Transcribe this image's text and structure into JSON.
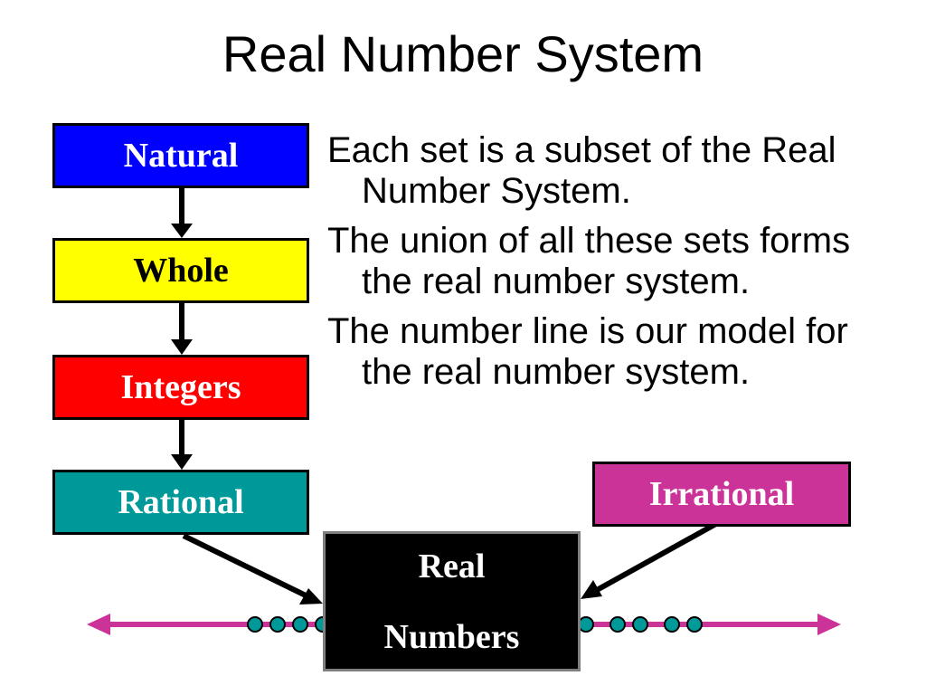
{
  "title": "Real Number System",
  "sets": {
    "natural": "Natural",
    "whole": "Whole",
    "integers": "Integers",
    "rational": "Rational",
    "irrational": "Irrational"
  },
  "real_box": {
    "line1": "Real",
    "line2": "Numbers"
  },
  "bullets": [
    "Each set is a subset of the Real Number System.",
    "The union of all these sets forms the real number system.",
    "The number line is our model for the real number system."
  ],
  "colors": {
    "natural": "#0000ff",
    "whole": "#ffff00",
    "integers": "#ff0000",
    "rational": "#009999",
    "irrational": "#cc3399",
    "number_line": "#cc3399",
    "dots": "#009999"
  }
}
